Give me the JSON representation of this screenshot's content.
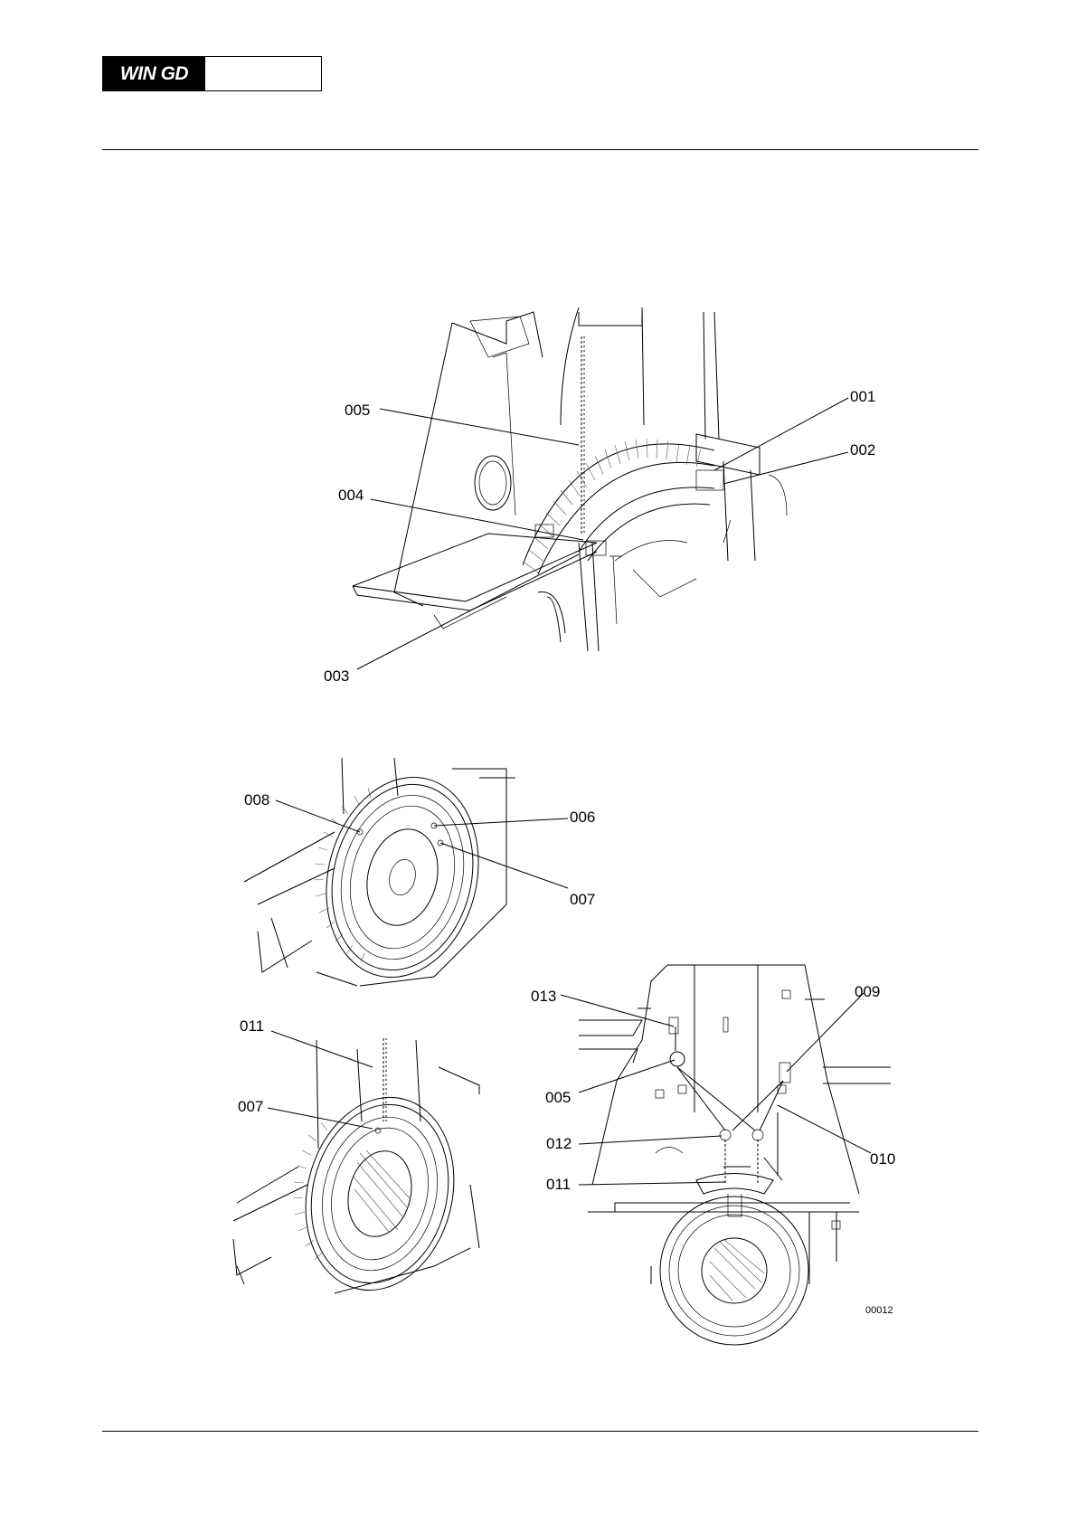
{
  "header": {
    "logo_text": "WIN GD"
  },
  "figure": {
    "id": "00012",
    "callouts": {
      "c001": "001",
      "c002": "002",
      "c003": "003",
      "c004": "004",
      "c005_top": "005",
      "c006": "006",
      "c007_a": "007",
      "c008": "008",
      "c007_b": "007",
      "c011_a": "011",
      "c013": "013",
      "c009": "009",
      "c005_b": "005",
      "c012": "012",
      "c010": "010",
      "c011_b": "011"
    }
  }
}
